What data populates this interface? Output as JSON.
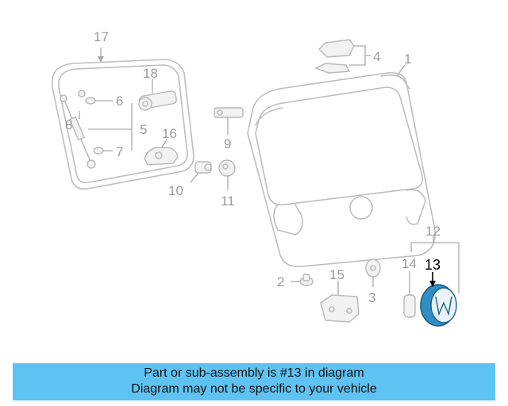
{
  "diagram": {
    "callouts": {
      "c1": "1",
      "c2": "2",
      "c3": "3",
      "c4": "4",
      "c5": "5",
      "c6": "6",
      "c7": "7",
      "c8": "8",
      "c9": "9",
      "c10": "10",
      "c11": "11",
      "c12": "12",
      "c13": "13",
      "c14": "14",
      "c15": "15",
      "c16": "16",
      "c17": "17",
      "c18": "18"
    },
    "highlight_color": "#2f8fc4",
    "highlighted_part": "13"
  },
  "footer": {
    "line1": "Part or sub-assembly is #13 in diagram",
    "line2": "Diagram may not be specific to your vehicle",
    "background": "#5ec2f2"
  }
}
